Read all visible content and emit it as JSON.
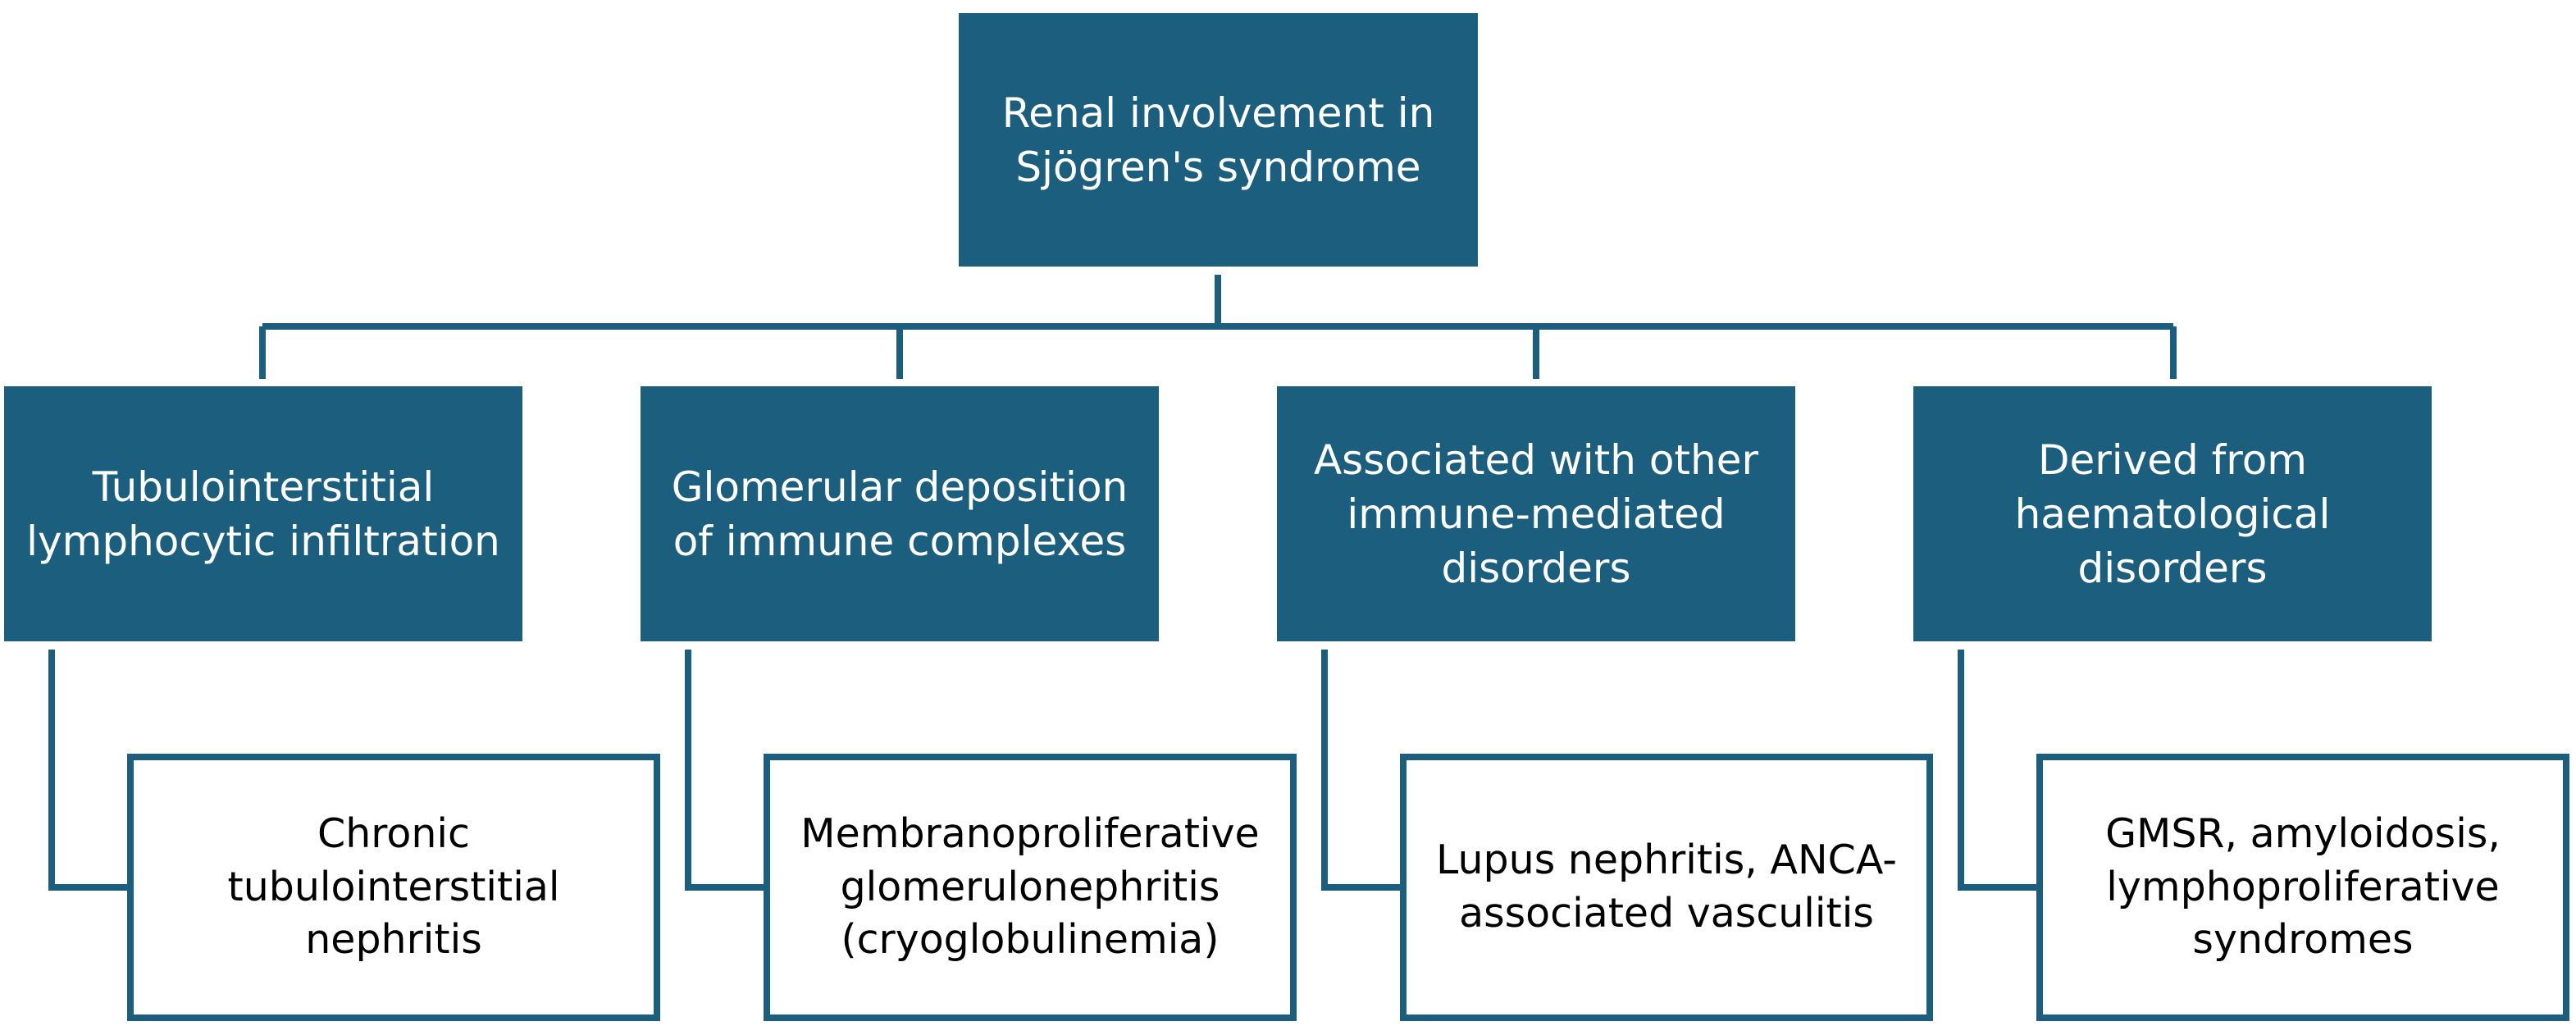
{
  "colors": {
    "primary": "#1b5e7e",
    "filled_text": "#ffffff",
    "outlined_text": "#000000",
    "background": "#ffffff"
  },
  "root": {
    "label": "Renal involvement in\nSjögren's syndrome"
  },
  "categories": [
    {
      "label": "Tubulointerstitial\nlymphocytic infiltration",
      "example": "Chronic\ntubulointerstitial\nnephritis"
    },
    {
      "label": "Glomerular deposition\nof immune complexes",
      "example": "Membranoproliferative\nglomerulonephritis\n(cryoglobulinemia)"
    },
    {
      "label": "Associated with other\nimmune-mediated\ndisorders",
      "example": "Lupus nephritis, ANCA-\nassociated vasculitis"
    },
    {
      "label": "Derived from\nhaematological\ndisorders",
      "example": "GMSR, amyloidosis,\nlymphoproliferative\nsyndromes"
    }
  ]
}
